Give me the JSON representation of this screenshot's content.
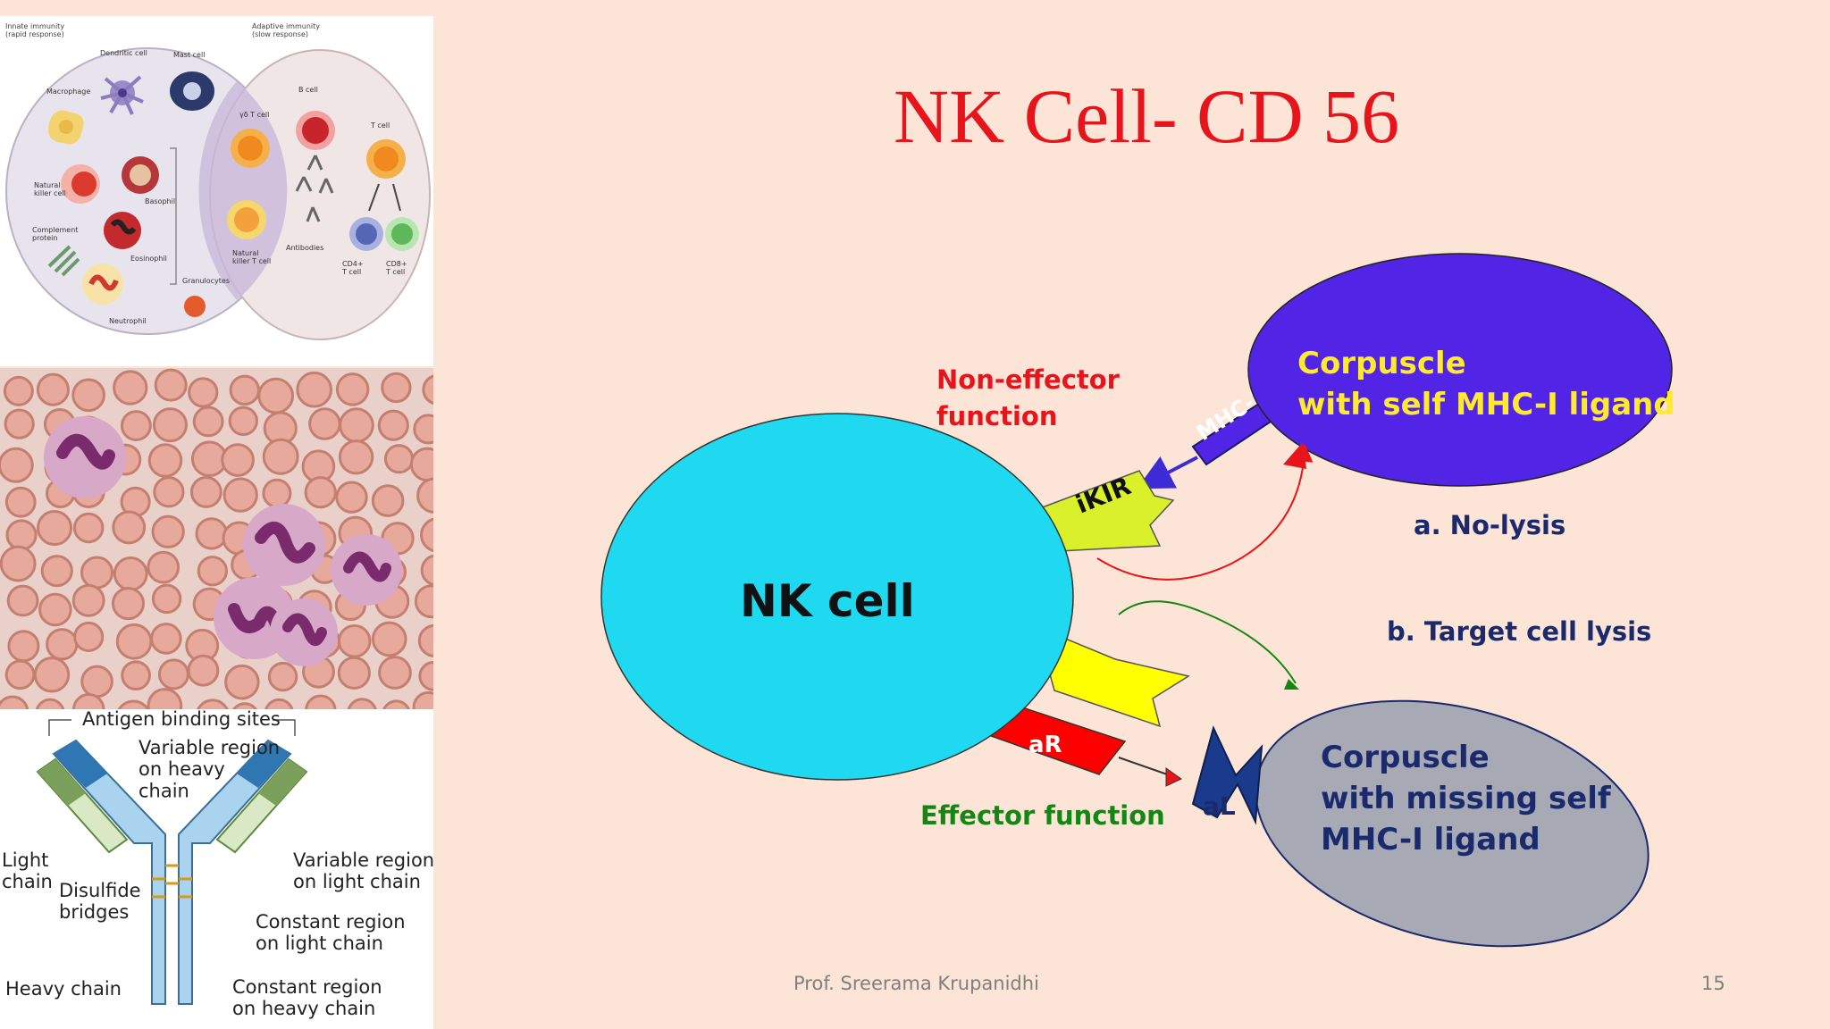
{
  "slide": {
    "title": "NK Cell- CD 56",
    "footer": "Prof. Sreerama Krupanidhi",
    "page_number": "15"
  },
  "immune_figure": {
    "innate_title": "Innate immunity\n(rapid response)",
    "adaptive_title": "Adaptive immunity\n(slow response)",
    "labels": {
      "dendritic_cell": "Dendritic cell",
      "mast_cell": "Mast cell",
      "macrophage": "Macrophage",
      "gd_t_cell": "γδ T cell",
      "b_cell": "B cell",
      "t_cell": "T cell",
      "nk_cell": "Natural\nkiller cell",
      "basophil": "Basophil",
      "complement": "Complement\nprotein",
      "eosinophil": "Eosinophil",
      "antibodies": "Antibodies",
      "nkt_cell": "Natural\nkiller T cell",
      "cd4": "CD4+\nT cell",
      "cd8": "CD8+\nT cell",
      "granulocytes": "Granulocytes",
      "neutrophil": "Neutrophil"
    }
  },
  "antibody_figure": {
    "antigen_binding_sites": "Antigen binding sites",
    "variable_heavy": "Variable region\non heavy\nchain",
    "light_chain": "Light\nchain",
    "variable_light": "Variable region\non light chain",
    "disulfide": "Disulfide\nbridges",
    "constant_light": "Constant region\non light chain",
    "heavy_chain": "Heavy chain",
    "constant_heavy": "Constant region\non heavy chain"
  },
  "diagram": {
    "nk_cell": "NK cell",
    "non_effector": "Non-effector\nfunction",
    "effector": "Effector function",
    "ikir": "iKIR",
    "mhc": "MHC-I",
    "ar": "aR",
    "al": "aL",
    "corpuscle_self": "Corpuscle\nwith self MHC-I ligand",
    "corpuscle_missing": "Corpuscle\nwith missing self\nMHC-I ligand",
    "no_lysis": "a. No-lysis",
    "lysis": "b. Target cell lysis"
  },
  "colors": {
    "title": "#e8141c",
    "nk_cell": "#1fd9f0",
    "corpuscle_self": "#5225e6",
    "corpuscle_missing": "#a7a9b4",
    "receptor": "#ffff00",
    "ikir": "#d9f02b",
    "activating_receptor": "#ff0000",
    "label_yellow": "#ffea2e",
    "label_navy": "#1a2a6c",
    "label_red": "#e8141c",
    "label_green": "#138713"
  }
}
